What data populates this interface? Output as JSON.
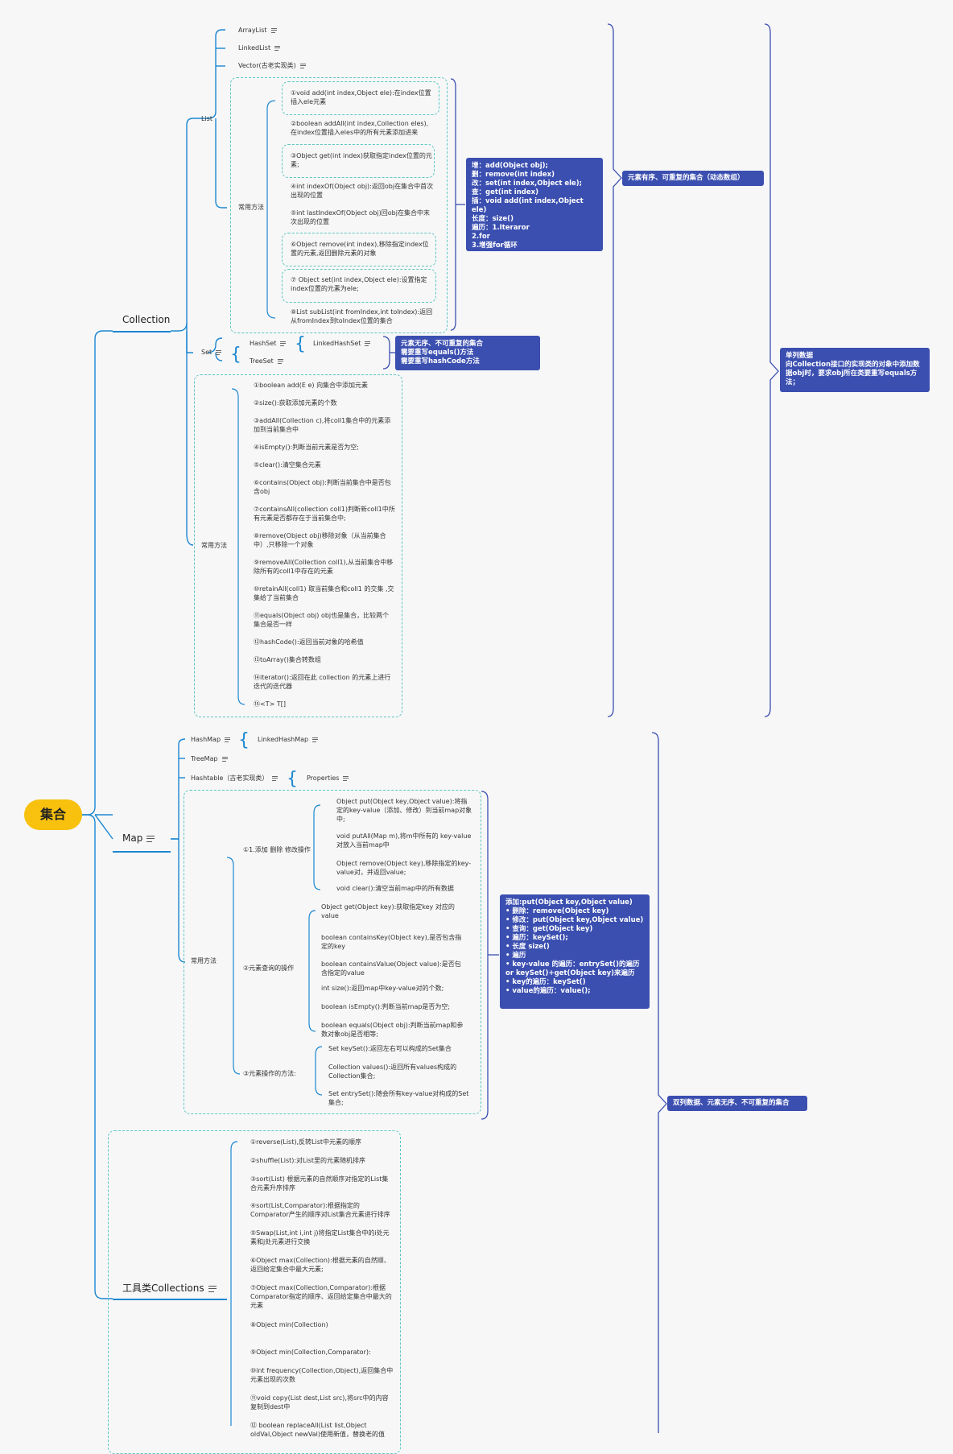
{
  "root": "集合",
  "collection": {
    "label": "Collection",
    "list": {
      "label": "List",
      "impls": [
        "ArrayList",
        "LinkedList",
        "Vector(古老实现类)"
      ],
      "methods_label": "常用方法",
      "methods": [
        "①void add(int index,Object ele):在index位置插入ele元素",
        "②boolean addAll(int index,Collection eles),在index位置插入eles中的所有元素添加进来",
        "③Object get(int index)获取指定index位置的元素;",
        "④int indexOf(Object obj):返回obj在集合中首次出现的位置",
        "⑤int lastIndexOf(Object obj)回obj在集合中末次出现的位置",
        "⑥Object remove(int index),移除指定index位置的元素,返回删除元素的对象",
        "⑦ Object set(int index,Object ele):设置指定index位置的元素为ele;",
        "⑧List subList(int fromIndex,int toIndex):返回从fromIndex到toIndex位置的集合"
      ],
      "summary": "增：add(Object obj);\n删：remove(int index)\n改：set(int index,Object ele);\n查：get(int index)\n插：void add(int index,Object ele)\n长度：size()\n 遍历：1.Iteraror\n            2.for\n      3.增强for循环",
      "note": "元素有序、可重复的集合（动态数组）"
    },
    "set": {
      "label": "Set",
      "hashset": "HashSet",
      "linkedhashset": "LinkedHashSet",
      "treeset": "TreeSet",
      "note": "元素无序、不可重复的集合\n需要重写equals()方法\n需要重写hashCode方法"
    },
    "methods_label": "常用方法",
    "methods": [
      "①boolean add(E e) 向集合中添加元素",
      "②size():获取添加元素的个数",
      "③addAll(Collection c),将coll1集合中的元素添加到当前集合中",
      "④isEmpty():判断当前元素是否为空;",
      "⑤clear():清空集合元素",
      "⑥contains(Object obj):判断当前集合中是否包含obj",
      "⑦containsAll(collection coll1)判断新coll1中所有元素是否都存在于当前集合中;",
      "⑧remove(Object obj)移除对象（从当前集合中）,只移除一个对象",
      "⑨removeAll(Collection coll1),从当前集合中移除所有的coll1中存在的元素",
      "⑩retainAll(coll1) 取当前集合和coll1 的交集 ,交集给了当前集合",
      "⑪equals(Object obj) obj也是集合，比较两个集合是否一样",
      "⑫hashCode():返回当前对象的哈希值",
      "⑬toArray()集合转数组",
      "⑭iterator():返回在此 collection 的元素上进行迭代的迭代器",
      "⑮<T> T[]"
    ],
    "note": "单列数据\n向Collection接口的实现类的对象中添加数据obj时，要求obj所在类要重写equals方法；"
  },
  "map": {
    "label": "Map",
    "hashmap": "HashMap",
    "linkedhashmap": "LinkedHashMap",
    "treemap": "TreeMap",
    "hashtable": "Hashtable（古老实现类）",
    "properties": "Properties",
    "methods_label": "常用方法",
    "groups": [
      {
        "label": "①1.添加 删除 修改操作",
        "items": [
          "Object put(Object key,Object value):将指定的key-value（添加、修改）到当前map对象中;",
          "void putAll(Map m),将m中所有的 key-value对放入当前map中",
          "Object remove(Object key),移除指定的key-value对，并返回value;",
          "void clear():清空当前map中的所有数据"
        ]
      },
      {
        "label": "②元素查询的操作",
        "items": [
          "Object get(Object key):获取指定key 对应的value",
          "boolean containsKey(Object key),是否包含指定的key",
          "boolean containsValue(Object value):是否包含指定的value",
          "int size():返回map中key-value对的个数;",
          "boolean isEmpty():判断当前map是否为空;",
          "boolean equals(Object obj):判断当前map和参数对象obj是否相等;"
        ]
      },
      {
        "label": "③元素操作的方法:",
        "items": [
          "Set keySet():返回左右可以构成的Set集合",
          "Collection values():返回所有values构成的Collection集合;",
          "Set entrySet():随会所有key-value对构成的Set集合;"
        ]
      }
    ],
    "summary": "添加:put(Object key,Object value)\n •  删除：remove(Object key)\n •  修改：put(Object key,Object value)\n •  查询：get(Object key)\n •  遍历：keySet();\n •  长度 size()\n •  遍历\n •  key-value 的遍历：entrySet()的遍历 or keySet()+get(Object key)来遍历\n •  key的遍历：keySet()\n •  value的遍历：value();",
    "note": "双列数据、元素无序、不可重复的集合"
  },
  "collections_util": {
    "label": "工具类Collections",
    "methods": [
      "①reverse(List),反转List中元素的顺序",
      "②shuffle(List):对List里的元素随机排序",
      "③sort(List) 根据元素的自然顺序对指定的List集合元素升序排序",
      "④sort(List,Comparator):根据指定的Comparator产生的顺序对List集合元素进行排序",
      "⑤Swap(List,int i,int j)将指定List集合中的i处元素和j处元素进行交换",
      "⑥Object max(Collection):根据元素的自然顺、返回给定集合中最大元素;",
      "⑦Object max(Collection,Comparator):根据Comparator指定的顺序、返回给定集合中最大的元素",
      "⑧Object min(Collection)",
      "⑨Object min(Collection,Comparator):",
      "⑩int frequency(Collection,Object),返回集合中元素出现的次数",
      "⑪void copy(List dest,List src),将src中的内容复制到dest中",
      "⑫ boolean replaceAll(List list,Object oldVal,Object newVal)使用新值，替换老的值"
    ]
  },
  "colors": {
    "accent": "#1c87d0",
    "note": "#3b4fb0",
    "root": "#f7c10d",
    "dashed": "#5cc6c0"
  }
}
